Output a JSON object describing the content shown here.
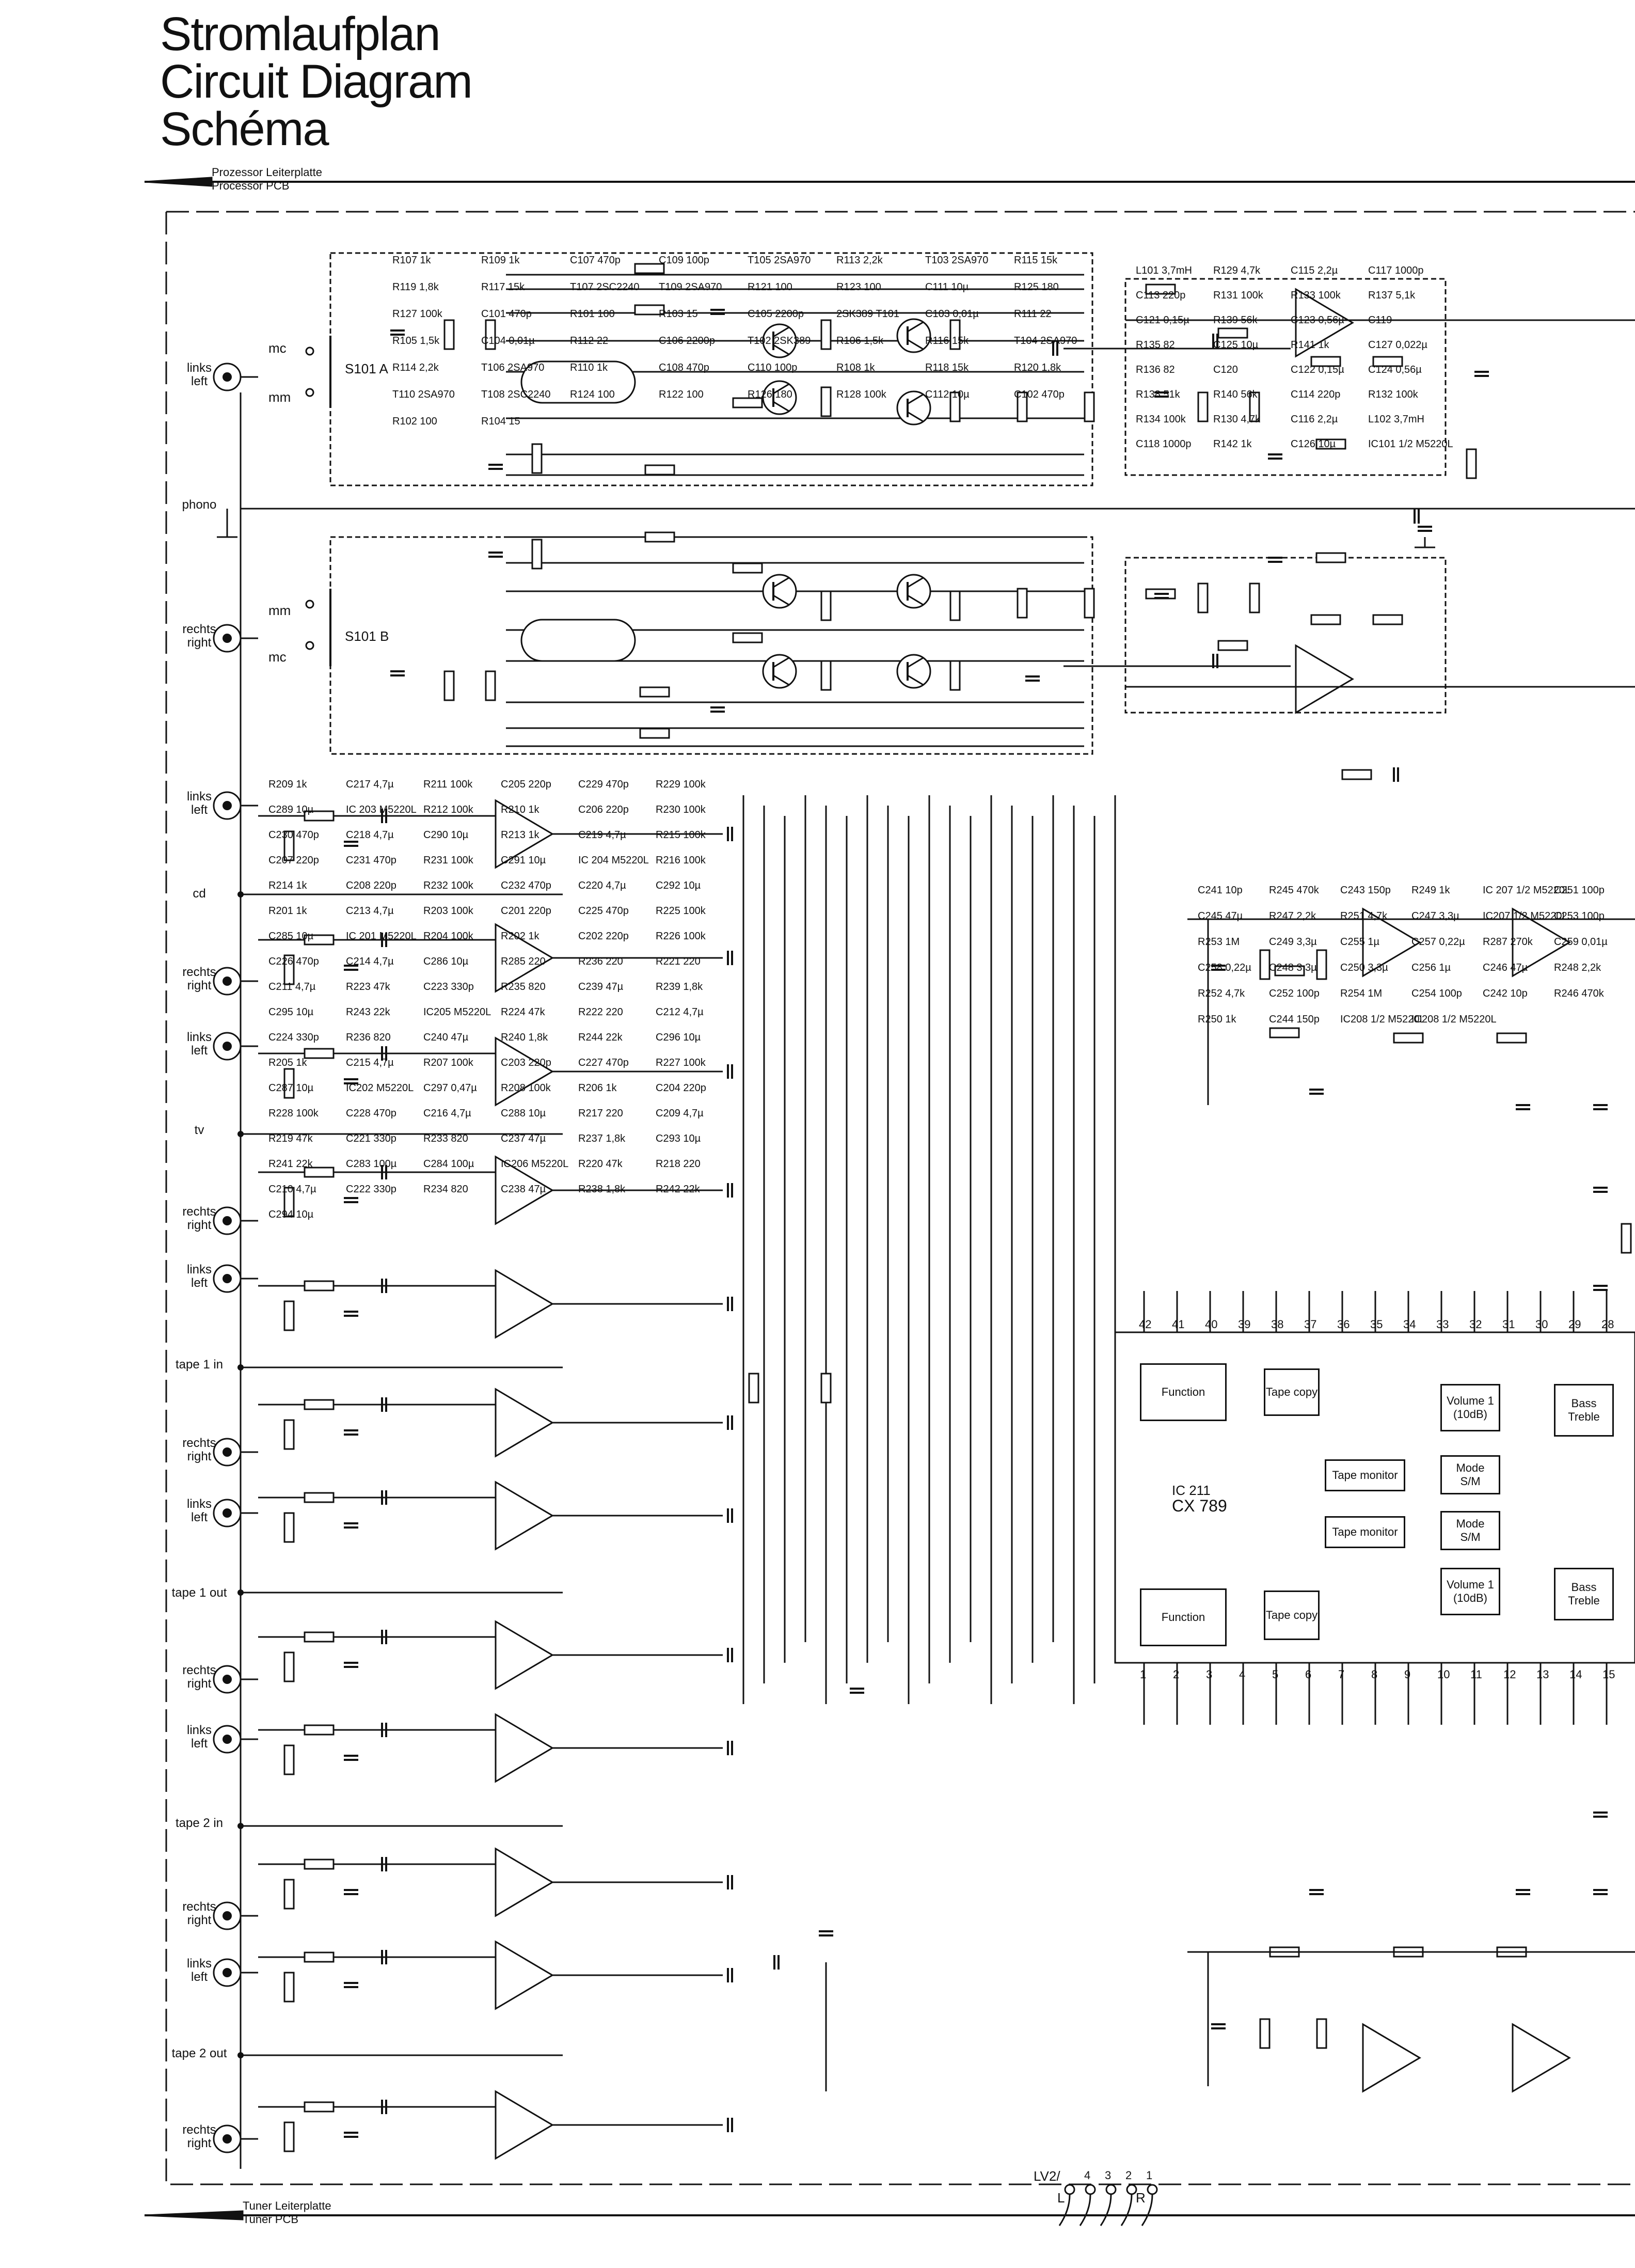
{
  "titles": [
    "Stromlaufplan",
    "Circuit Diagram",
    "Schéma"
  ],
  "pcb_labels": {
    "processor_de": "Prozessor Leiterplatte",
    "processor_en": "Processor PCB",
    "tuner_de": "Tuner Leiterplatte",
    "tuner_en": "Tuner PCB"
  },
  "inputs": {
    "phono_left": [
      "links",
      "left"
    ],
    "phono_right": [
      "rechts",
      "right"
    ],
    "phono": "phono",
    "mc": "mc",
    "mm": "mm",
    "cd": "cd",
    "tv": "tv",
    "tape1in": "tape 1 in",
    "tape1out": "tape 1 out",
    "tape2in": "tape 2 in",
    "tape2out": "tape 2 out",
    "left": [
      "links",
      "left"
    ],
    "right": [
      "rechts",
      "right"
    ]
  },
  "switches": [
    "S101 A",
    "S101 B"
  ],
  "phono_parts": [
    "R107 1k",
    "R109 1k",
    "C107 470p",
    "C109 100p",
    "T105 2SA970",
    "R113 2,2k",
    "T103 2SA970",
    "R115 15k",
    "R119 1,8k",
    "R117 15k",
    "T107 2SC2240",
    "T109 2SA970",
    "R121 100",
    "R123 100",
    "C111 10µ",
    "R125 180",
    "R127 100k",
    "C101 470p",
    "R101 100",
    "R103 15",
    "C105 2200p",
    "2SK389 T101",
    "C103 0,01µ",
    "R111 22",
    "R105 1,5k",
    "C104 0,01µ",
    "R112 22",
    "C106 2200p",
    "T102 2SK389",
    "R106 1,5k",
    "R116 15k",
    "T104 2SA970",
    "R114 2,2k",
    "T106 2SA970",
    "R110 1k",
    "C108 470p",
    "C110 100p",
    "R108 1k",
    "R118 15k",
    "R120 1,8k",
    "T110 2SA970",
    "T108 2SC2240",
    "R124 100",
    "R122 100",
    "R126 180",
    "R128 100k",
    "C112 10µ",
    "C102 470p",
    "R102 100",
    "R104 15"
  ],
  "eq_parts": [
    "L101 3,7mH",
    "R129 4,7k",
    "C115 2,2µ",
    "C117 1000p",
    "C113 220p",
    "R131 100k",
    "R133 100k",
    "R137 5,1k",
    "C121 0,15µ",
    "R139 56k",
    "C123 0,56µ",
    "C119",
    "R135 82",
    "C125 10µ",
    "R141 1k",
    "C127 0,022µ",
    "R136 82",
    "C120",
    "C122 0,15µ",
    "C124 0,56µ",
    "R138 51k",
    "R140 56k",
    "C114 220p",
    "R132 100k",
    "R134 100k",
    "R130 4,7k",
    "C116 2,2µ",
    "L102 3,7mH",
    "C118 1000p",
    "R142 1k",
    "C126 10µ",
    "IC101 1/2 M5220L"
  ],
  "buffer_parts": [
    "R209 1k",
    "C217 4,7µ",
    "R211 100k",
    "C205 220p",
    "C229 470p",
    "R229 100k",
    "C289 10µ",
    "IC 203 M5220L",
    "R212 100k",
    "R210 1k",
    "C206 220p",
    "R230 100k",
    "C230 470p",
    "C218 4,7µ",
    "C290 10µ",
    "R213 1k",
    "C219 4,7µ",
    "R215 100k",
    "C207 220p",
    "C231 470p",
    "R231 100k",
    "C291 10µ",
    "IC 204 M5220L",
    "R216 100k",
    "R214 1k",
    "C208 220p",
    "R232 100k",
    "C232 470p",
    "C220 4,7µ",
    "C292 10µ",
    "R201 1k",
    "C213 4,7µ",
    "R203 100k",
    "C201 220p",
    "C225 470p",
    "R225 100k",
    "C285 10µ",
    "IC 201 M5220L",
    "R204 100k",
    "R202 1k",
    "C202 220p",
    "R226 100k",
    "C226 470p",
    "C214 4,7µ",
    "C286 10µ",
    "R285 220",
    "R236 220",
    "R221 220",
    "C211 4,7µ",
    "R223 47k",
    "C223 330p",
    "R235 820",
    "C239 47µ",
    "R239 1,8k",
    "C295 10µ",
    "R243 22k",
    "IC205 M5220L",
    "R224 47k",
    "R222 220",
    "C212 4,7µ",
    "C224 330p",
    "R236 820",
    "C240 47µ",
    "R240 1,8k",
    "R244 22k",
    "C296 10µ",
    "R205 1k",
    "C215 4,7µ",
    "R207 100k",
    "C203 220p",
    "C227 470p",
    "R227 100k",
    "C287 10µ",
    "IC202 M5220L",
    "C297 0,47µ",
    "R208 100k",
    "R206 1k",
    "C204 220p",
    "R228 100k",
    "C228 470p",
    "C216 4,7µ",
    "C288 10µ",
    "R217 220",
    "C209 4,7µ",
    "R219 47k",
    "C221 330p",
    "R233 820",
    "C237 47µ",
    "R237 1,8k",
    "C293 10µ",
    "R241 22k",
    "C283 100µ",
    "C284 100µ",
    "IC206 M5220L",
    "R220 47k",
    "R218 220",
    "C210 4,7µ",
    "C222 330p",
    "R234 820",
    "C238 47µ",
    "R238 1,8k",
    "R242 22k",
    "C294 10µ"
  ],
  "tone_parts": [
    "C241 10p",
    "R245 470k",
    "C243 150p",
    "R249 1k",
    "IC 207 1/2 M5220L",
    "C251 100p",
    "C245 47µ",
    "R247 2,2k",
    "R251 4,7k",
    "C247 3,3µ",
    "IC207 1/2 M5220L",
    "C253 100p",
    "R253 1M",
    "C249 3,3µ",
    "C255 1µ",
    "C257 0,22µ",
    "R287 270k",
    "C259 0,01µ",
    "C258 0,22µ",
    "C248 3,3µ",
    "C250 3,3µ",
    "C256 1µ",
    "C246 47µ",
    "R248 2,2k",
    "R252 4,7k",
    "C252 100p",
    "R254 1M",
    "C254 100p",
    "C242 10p",
    "R246 470k",
    "R250 1k",
    "C244 150p",
    "IC208 1/2 M5220L",
    "IC208 1/2 M5220L"
  ],
  "ic211": {
    "name": "IC 211",
    "part": "CX 789",
    "top_pins": [
      "42",
      "41",
      "40",
      "39",
      "38",
      "37",
      "36",
      "35",
      "34",
      "33",
      "32",
      "31",
      "30",
      "29",
      "28"
    ],
    "bottom_pins": [
      "1",
      "2",
      "3",
      "4",
      "5",
      "6",
      "7",
      "8",
      "9",
      "10",
      "11",
      "12",
      "13",
      "14",
      "15"
    ],
    "blocks": {
      "function": "Function",
      "tape_copy": "Tape copy",
      "tape_monitor": "Tape monitor",
      "volume1": "Volume 1",
      "volume1_db": "(10dB)",
      "mode": "Mode",
      "mode_sm": "S/M",
      "bass": "Bass",
      "treble": "Treble"
    }
  },
  "connector": {
    "name": "LV2/",
    "pins": [
      "4",
      "3",
      "2",
      "1"
    ],
    "left": "L",
    "right": "R"
  }
}
